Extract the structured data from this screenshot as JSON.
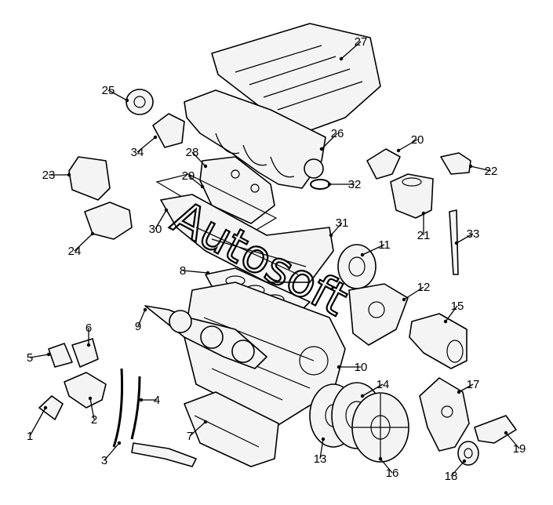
{
  "diagram": {
    "callouts": [
      "1",
      "2",
      "3",
      "4",
      "5",
      "6",
      "7",
      "8",
      "9",
      "10",
      "11",
      "12",
      "13",
      "14",
      "15",
      "16",
      "17",
      "18",
      "19",
      "20",
      "21",
      "22",
      "23",
      "24",
      "25",
      "26",
      "27",
      "28",
      "29",
      "30",
      "31",
      "32",
      "33",
      "34"
    ]
  }
}
